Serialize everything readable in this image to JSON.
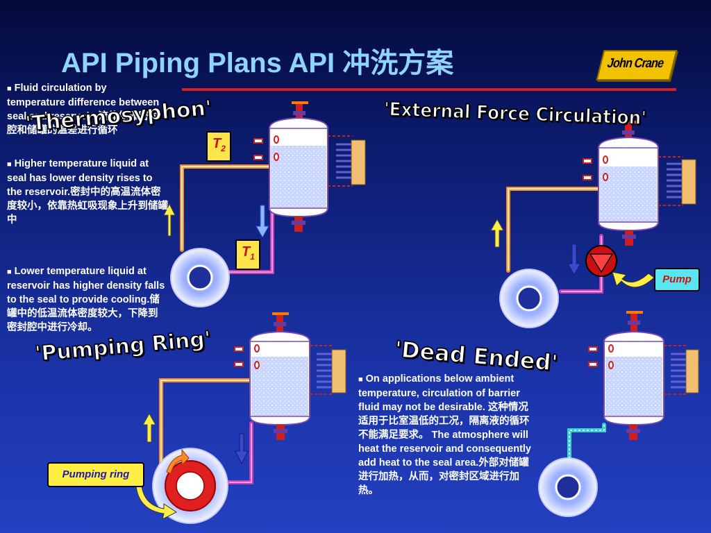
{
  "title": "API Piping Plans API 冲洗方案",
  "logo": {
    "text": "John Crane"
  },
  "bullets": [
    "Fluid circulation by temperature difference between seal and reservoir. 流体依靠密封腔和储罐的温差进行循环",
    "Higher temperature liquid at seal has lower density rises to the reservoir.密封中的高温流体密度较小，依靠热虹吸现象上升到储罐中",
    "Lower temperature liquid at reservoir has higher density falls to the seal to provide cooling.储罐中的低温流体密度较大，下降到密封腔中进行冷却。"
  ],
  "dead_ended_note": "On applications below ambient temperature, circulation of barrier fluid may not be desirable. 这种情况适用于比室温低的工况，隔离液的循环不能满足要求。 The atmosphere will heat the reservoir and consequently add heat to the seal area.外部对储罐进行加热，从而，对密封区域进行加热。",
  "labels": {
    "thermosyphon": "'Thermosyphon'",
    "external": "'External Force Circulation'",
    "pumping_ring": "'Pumping Ring'",
    "dead_ended": "'Dead Ended'",
    "t2": "T",
    "t2_sub": "2",
    "t1": "T",
    "t1_sub": "1",
    "pump_callout": "Pump",
    "ring_callout": "Pumping ring"
  },
  "colors": {
    "title": "#8fd4ff",
    "rule": "#d62020",
    "hot_pipe": "#ff8a2a",
    "cold_pipe": "#c040c0",
    "cool_pipe": "#3ad0d0",
    "up_arrow": "#ffee44",
    "down_arrow": "#3a4ad0"
  }
}
